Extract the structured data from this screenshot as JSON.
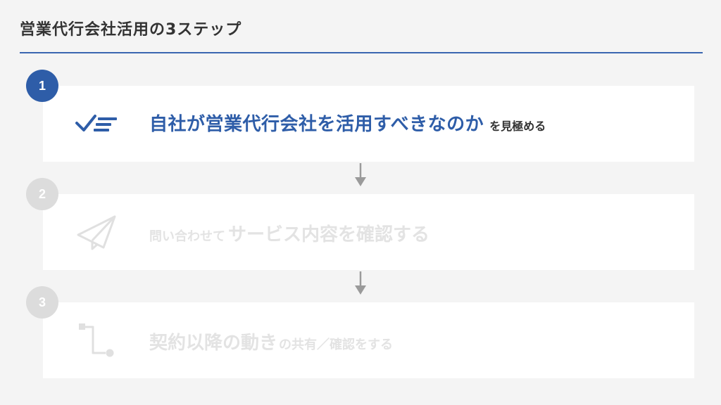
{
  "header": {
    "title": "営業代行会社活用の3ステップ"
  },
  "steps": [
    {
      "number": "1",
      "icon": "checklist-icon",
      "main_text": "自社が営業代行会社を活用すべきなのか",
      "sub_text": "を見極める",
      "active": true
    },
    {
      "number": "2",
      "icon": "paper-plane-icon",
      "prefix_text": "問い合わせて",
      "main_text": "サービス内容を確認する",
      "active": false
    },
    {
      "number": "3",
      "icon": "flow-path-icon",
      "main_text": "契約以降の動き",
      "sub_text": "の共有／確認をする",
      "active": false
    }
  ],
  "colors": {
    "accent": "#2e5da8",
    "rule": "#3a66b0",
    "inactive_badge": "#dcdcdc",
    "inactive_text": "#e3e3e3",
    "arrow": "#9a9a9a",
    "background": "#f4f4f4",
    "card": "#ffffff"
  }
}
